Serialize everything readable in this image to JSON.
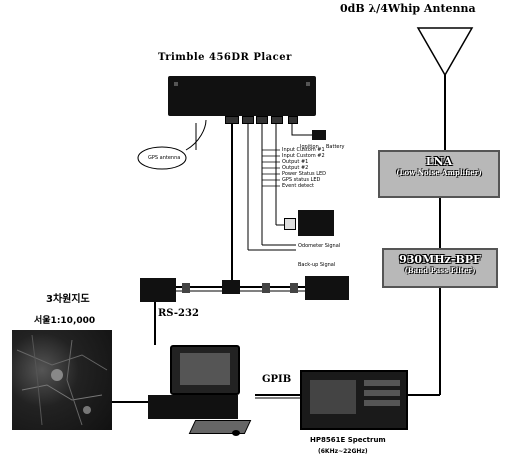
{
  "labels": {
    "antenna": "0dB λ/4Whip Antenna",
    "receiver": "Trimble  456DR Placer",
    "rs232": "RS-232",
    "gpib": "GPIB",
    "map_line1": "3차원지도",
    "map_line2": "서울1:10,000",
    "spectrum_line1": "HP8561E Spectrum",
    "spectrum_line2": "(6KHz~22GHz)"
  },
  "lna": {
    "title": "LNA",
    "subtitle": "(Low Noise Amplifier)"
  },
  "bpf": {
    "title": "930MHz-BPF",
    "subtitle": "(Band Pass Filter)"
  },
  "receiver_small": {
    "gps_antenna": "GPS antenna",
    "ignition": "Ignition",
    "battery": "Battery",
    "inputs": [
      "Input Custom #1",
      "Input Custom #2",
      "Output #1",
      "Output #2",
      "Power Status LED",
      "GPS status LED",
      "Event detect"
    ],
    "odometer": "Odometer Signal",
    "backup": "Back-up Signal"
  },
  "colors": {
    "line": "#000000",
    "box_fill": "#b8b8b8",
    "device": "#111111"
  }
}
